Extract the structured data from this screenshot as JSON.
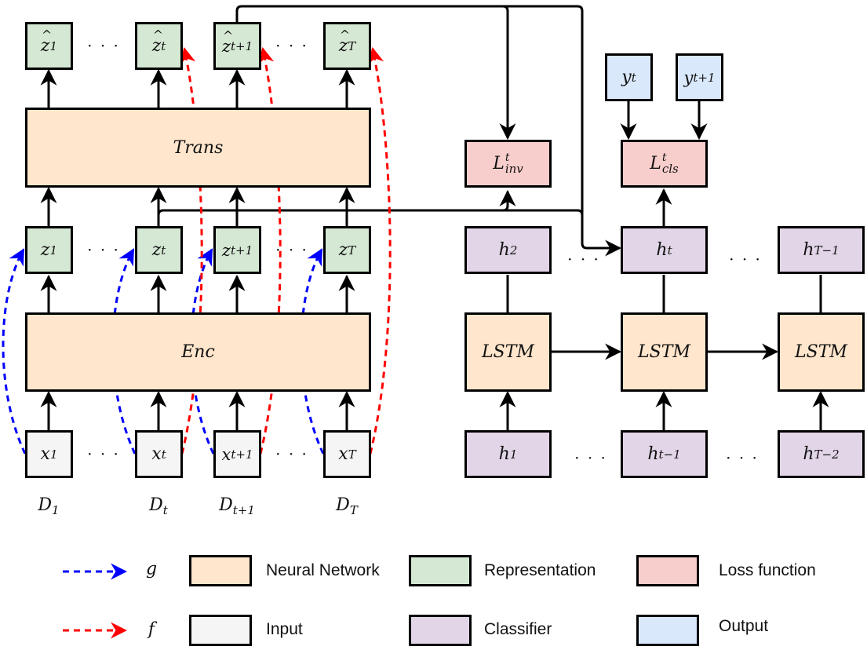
{
  "colors": {
    "neural_network": "#ffe6cc",
    "representation": "#d5e8d4",
    "loss_function": "#f8cecc",
    "input": "#f5f5f5",
    "classifier": "#e1d5e7",
    "output": "#dae8fc",
    "g_arrow": "#0000ff",
    "f_arrow": "#ff0000"
  },
  "left": {
    "trans_label": "Trans",
    "enc_label": "Enc",
    "zhat": [
      {
        "base": "z",
        "sub": "1"
      },
      {
        "base": "z",
        "sub": "t"
      },
      {
        "base": "z",
        "sub": "t+1"
      },
      {
        "base": "z",
        "sub": "T"
      }
    ],
    "z": [
      {
        "base": "z",
        "sub": "1"
      },
      {
        "base": "z",
        "sub": "t"
      },
      {
        "base": "z",
        "sub": "t+1"
      },
      {
        "base": "z",
        "sub": "T"
      }
    ],
    "x": [
      {
        "base": "x",
        "sub": "1"
      },
      {
        "base": "x",
        "sub": "t"
      },
      {
        "base": "x",
        "sub": "t+1"
      },
      {
        "base": "x",
        "sub": "T"
      }
    ],
    "domains": [
      {
        "base": "D",
        "sub": "1"
      },
      {
        "base": "D",
        "sub": "t"
      },
      {
        "base": "D",
        "sub": "t+1"
      },
      {
        "base": "D",
        "sub": "T"
      }
    ],
    "ellipsis": "· · ·"
  },
  "right": {
    "loss_inv": {
      "base": "L",
      "sup": "t",
      "sub": "inv"
    },
    "loss_cls": {
      "base": "L",
      "sup": "t",
      "sub": "cls"
    },
    "outputs": [
      {
        "base": "y",
        "sub": "t"
      },
      {
        "base": "y",
        "sub": "t+1"
      }
    ],
    "hidden_top": [
      {
        "base": "h",
        "sub": "2"
      },
      {
        "base": "h",
        "sub": "t"
      },
      {
        "base": "h",
        "sub": "T−1"
      }
    ],
    "lstm_label": "LSTM",
    "hidden_bottom": [
      {
        "base": "h",
        "sub": "1"
      },
      {
        "base": "h",
        "sub": "t−1"
      },
      {
        "base": "h",
        "sub": "T−2"
      }
    ],
    "ellipsis": "· · ·"
  },
  "legend": {
    "g_symbol": "g",
    "f_symbol": "f",
    "items": [
      {
        "label": "Neural Network"
      },
      {
        "label": "Representation"
      },
      {
        "label": "Loss function"
      },
      {
        "label": "Input"
      },
      {
        "label": "Classifier"
      },
      {
        "label": "Output"
      }
    ]
  }
}
